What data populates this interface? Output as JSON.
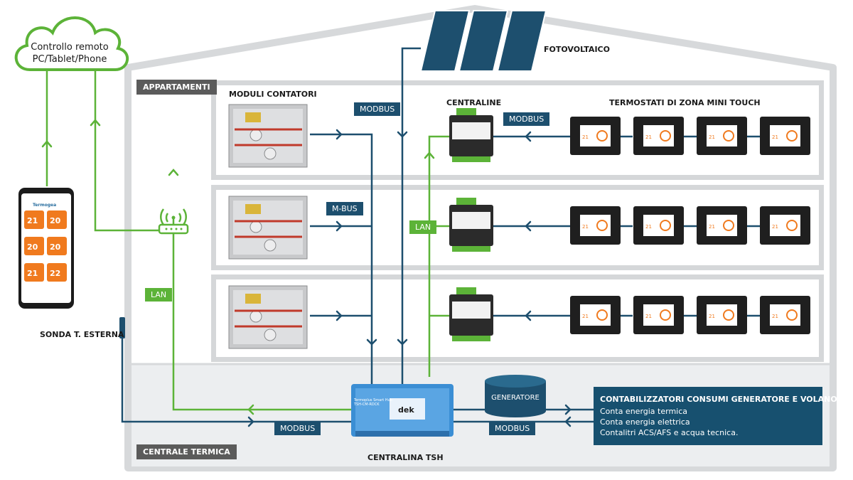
{
  "cloud": {
    "line1": "Controllo remoto",
    "line2": "PC/Tablet/Phone"
  },
  "labels": {
    "fotovoltaico": "FOTOVOLTAICO",
    "moduli_contatori": "MODULI CONTATORI",
    "centraline": "CENTRALINE",
    "termostati": "TERMOSTATI DI ZONA MINI TOUCH",
    "sonda": "SONDA T. ESTERNA",
    "centralina_tsh": "CENTRALINA TSH"
  },
  "sections": {
    "appartamenti": "APPARTAMENTI",
    "centrale_termica": "CENTRALE TERMICA"
  },
  "tags": {
    "modbus_top": "MODBUS",
    "modbus_centraline": "MODBUS",
    "mbus": "M-BUS",
    "lan_mid": "LAN",
    "lan_left": "LAN",
    "modbus_bottom_left": "MODBUS",
    "modbus_bottom_right": "MODBUS"
  },
  "generatore": "GENERATORE",
  "hub": {
    "line1": "Termoplus Smart Hub",
    "line2": "TSH-CM-RDCK",
    "brand": "dek"
  },
  "contabilizzatori": {
    "title": "CONTABILIZZATORI CONSUMI GENERATORE E VOLANO",
    "items": [
      "Conta energia termica",
      "Conta energia elettrica",
      "Contalitri ACS/AFS e acqua tecnica."
    ]
  },
  "phone": {
    "app_name": "Termogea",
    "tiles": [
      "21",
      "20",
      "20",
      "20",
      "21",
      "22"
    ]
  },
  "thermostat_display": "21",
  "colors": {
    "blue_line": "#1d4f6e",
    "green_line": "#5cb338",
    "hub_blue": "#3b8ed4",
    "panel_gray": "#d5d7d9",
    "tile_orange": "#f07a1e"
  }
}
